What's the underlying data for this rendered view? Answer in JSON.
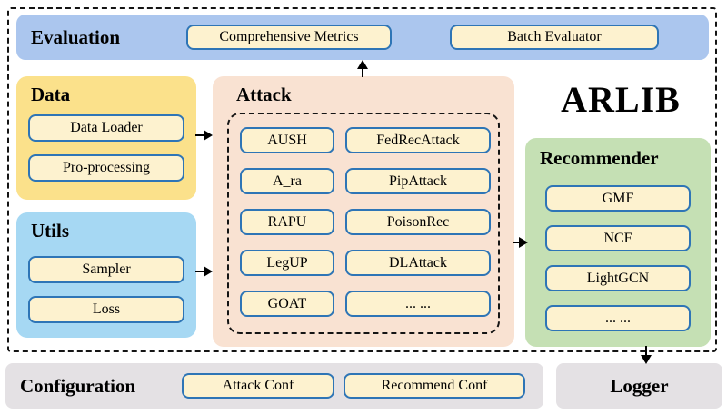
{
  "figure_title": "ARLIB",
  "colors": {
    "evaluation_bg": "#abc6ee",
    "data_bg": "#fbe18b",
    "utils_bg": "#a6d8f3",
    "attack_bg": "#f9e2d2",
    "recommender_bg": "#c5e0b4",
    "configuration_bg": "#e4e1e4",
    "logger_bg": "#e4e1e4",
    "module_box_bg": "#fdf2cf",
    "module_box_border": "#2e75b6",
    "frame_color": "#141414"
  },
  "evaluation": {
    "label": "Evaluation",
    "buttons": [
      "Comprehensive Metrics",
      "Batch Evaluator"
    ]
  },
  "data": {
    "label": "Data",
    "buttons": [
      "Data Loader",
      "Pro-processing"
    ]
  },
  "utils": {
    "label": "Utils",
    "buttons": [
      "Sampler",
      "Loss"
    ]
  },
  "attack": {
    "label": "Attack",
    "methods_left": [
      "AUSH",
      "A_ra",
      "RAPU",
      "LegUP",
      "GOAT"
    ],
    "methods_right": [
      "FedRecAttack",
      "PipAttack",
      "PoisonRec",
      "DLAttack",
      "... ..."
    ]
  },
  "recommender": {
    "label": "Recommender",
    "models": [
      "GMF",
      "NCF",
      "LightGCN",
      "... ..."
    ]
  },
  "configuration": {
    "label": "Configuration",
    "buttons": [
      "Attack Conf",
      "Recommend Conf"
    ]
  },
  "logger": {
    "label": "Logger"
  }
}
